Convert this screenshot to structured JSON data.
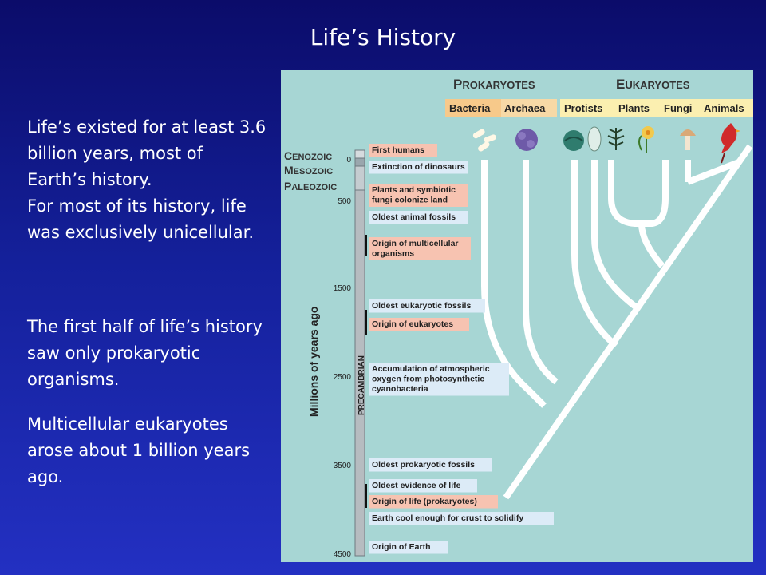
{
  "slide": {
    "title": "Life’s History",
    "paragraphs": [
      [
        "Life’s existed for at least 3.6 billion years, most of Earth’s history.",
        "For most of its history, life was exclusively unicellular."
      ],
      [
        "The first half of life’s history saw only prokaryotic organisms."
      ],
      [
        "Multicellular eukaryotes arose about 1 billion years ago."
      ]
    ]
  },
  "figure": {
    "groups": {
      "prokaryotes": "Prokaryotes",
      "eukaryotes": "Eukaryotes"
    },
    "domains": [
      "Bacteria",
      "Archaea",
      "Protists",
      "Plants",
      "Fungi",
      "Animals"
    ],
    "eras": [
      "Cenozoic",
      "Mesozoic",
      "Paleozoic"
    ],
    "eon": "PRECAMBRIAN",
    "axis_label": "Millions of years ago",
    "ticks": [
      "0",
      "500",
      "1500",
      "2500",
      "3500",
      "4500"
    ],
    "events": [
      {
        "text": [
          "First humans"
        ],
        "kind": "salmon"
      },
      {
        "text": [
          "Extinction of dinosaurs"
        ],
        "kind": "blue"
      },
      {
        "text": [
          "Plants and symbiotic",
          "fungi colonize land"
        ],
        "kind": "salmon"
      },
      {
        "text": [
          "Oldest animal fossils"
        ],
        "kind": "blue"
      },
      {
        "text": [
          "Origin of multicellular",
          "organisms"
        ],
        "kind": "salmon"
      },
      {
        "text": [
          "Oldest eukaryotic fossils"
        ],
        "kind": "blue"
      },
      {
        "text": [
          "Origin of eukaryotes"
        ],
        "kind": "salmon"
      },
      {
        "text": [
          "Accumulation of atmospheric",
          "oxygen from photosynthetic",
          "cyanobacteria"
        ],
        "kind": "blue"
      },
      {
        "text": [
          "Oldest prokaryotic fossils"
        ],
        "kind": "blue"
      },
      {
        "text": [
          "Oldest evidence of life"
        ],
        "kind": "blue"
      },
      {
        "text": [
          "Origin of life (prokaryotes)"
        ],
        "kind": "salmon"
      },
      {
        "text": [
          "Earth cool enough for crust to solidify"
        ],
        "kind": "blue"
      },
      {
        "text": [
          "Origin of Earth"
        ],
        "kind": "blue"
      }
    ],
    "colors": {
      "panel": "#a7d6d4",
      "salmon": "#f7c3b1",
      "blue": "#dcebf7",
      "bacteria_tag": "#f7c98a",
      "archaea_tag": "#f7d9a6",
      "eukaryote_tag": "#fbefb0",
      "tree": "#ffffff"
    }
  }
}
